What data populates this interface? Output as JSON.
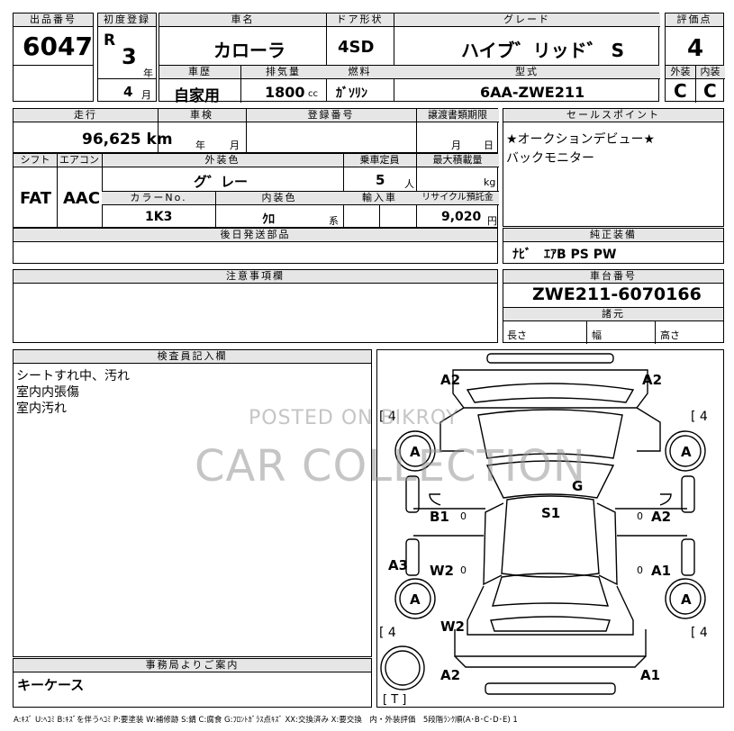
{
  "lot": {
    "label": "出品番号",
    "value": "6047"
  },
  "first_reg": {
    "label": "初度登録",
    "era": "R",
    "year": "3",
    "year_unit": "年",
    "month": "4",
    "month_unit": "月"
  },
  "car_name": {
    "label": "車名",
    "value": "カローラ"
  },
  "door": {
    "label": "ドア形状",
    "value": "4SD"
  },
  "grade": {
    "label": "グレード",
    "value": "ハイブ゛リッド゛ S"
  },
  "rating": {
    "label": "評価点",
    "value": "4",
    "exterior_label": "外装",
    "interior_label": "内装",
    "exterior": "C",
    "interior": "C"
  },
  "history": {
    "label": "車歴",
    "value": "自家用"
  },
  "displacement": {
    "label": "排気量",
    "value": "1800",
    "unit": "cc"
  },
  "fuel": {
    "label": "燃料",
    "value": "ｶﾞｿﾘﾝ"
  },
  "model": {
    "label": "型式",
    "value": "6AA-ZWE211"
  },
  "mileage": {
    "label": "走行",
    "value": "96,625 km"
  },
  "inspection": {
    "label": "車検",
    "year_unit": "年",
    "month_unit": "月"
  },
  "reg_no": {
    "label": "登録番号"
  },
  "transfer": {
    "label": "譲渡書類期限",
    "month_unit": "月",
    "day_unit": "日"
  },
  "sales_point": {
    "label": "セールスポイント",
    "lines": [
      "★オークションデビュー★",
      "バックモニター"
    ]
  },
  "shift": {
    "label": "シフト",
    "value": "FAT"
  },
  "ac": {
    "label": "エアコン",
    "value": "AAC"
  },
  "ext_color": {
    "label": "外装色",
    "value": "グ゛レー"
  },
  "capacity": {
    "label": "乗車定員",
    "value": "5",
    "unit": "人"
  },
  "max_load": {
    "label": "最大積載量",
    "unit": "kg"
  },
  "color_no": {
    "label": "カラーNo.",
    "value": "1K3"
  },
  "int_color": {
    "label": "内装色",
    "value": "ｸﾛ",
    "unit": "系"
  },
  "import": {
    "label": "輸入車"
  },
  "recycle": {
    "label": "リサイクル預託金",
    "value": "9,020",
    "unit": "円"
  },
  "later_parts": {
    "label": "後日発送部品"
  },
  "equipment": {
    "label": "純正装備",
    "value": "ﾅﾋﾞ　ｴｱB PS PW"
  },
  "notes": {
    "label": "注意事項欄"
  },
  "chassis": {
    "label": "車台番号",
    "value": "ZWE211-6070166"
  },
  "specs": {
    "label": "諸元",
    "length": "長さ",
    "width": "幅",
    "height": "高さ"
  },
  "inspector": {
    "label": "検査員記入欄",
    "lines": [
      "シートすれ中、汚れ",
      "室内内張傷",
      "室内汚れ"
    ]
  },
  "office": {
    "label": "事務局よりご案内",
    "value": "キーケース"
  },
  "diagram": {
    "marks": {
      "a2_tl": "A2",
      "a2_tr": "A2",
      "four_l": "[ 4",
      "four_r": "[ 4",
      "a_fl": "A",
      "a_fr": "A",
      "g": "G",
      "s1": "S1",
      "b1": "B1",
      "a2_r": "A2",
      "a3": "A3",
      "w2_l": "W2",
      "a1_r": "A1",
      "a_rl": "A",
      "a_rr": "A",
      "four_bl": "[ 4",
      "four_br": "[ 4",
      "w2_b": "W2",
      "a2_bl": "A2",
      "a1_br": "A1",
      "t": "[ T ]",
      "zero": "0"
    }
  },
  "watermark": {
    "top": "POSTED ON BIKROY",
    "main": "CAR COLLECTION"
  },
  "legend": "A:ｷｽﾞ U:ﾍｺﾐ B:ｷｽﾞを伴うﾍｺﾐ P:要塗装 W:補修跡 S:錆 C:腐食 G:ﾌﾛﾝﾄｶﾞﾗｽ点ｷｽﾞ XX:交換済み X:要交換　内・外装評価　5段階ﾗﾝｸ順(A･B･C･D･E) 1"
}
